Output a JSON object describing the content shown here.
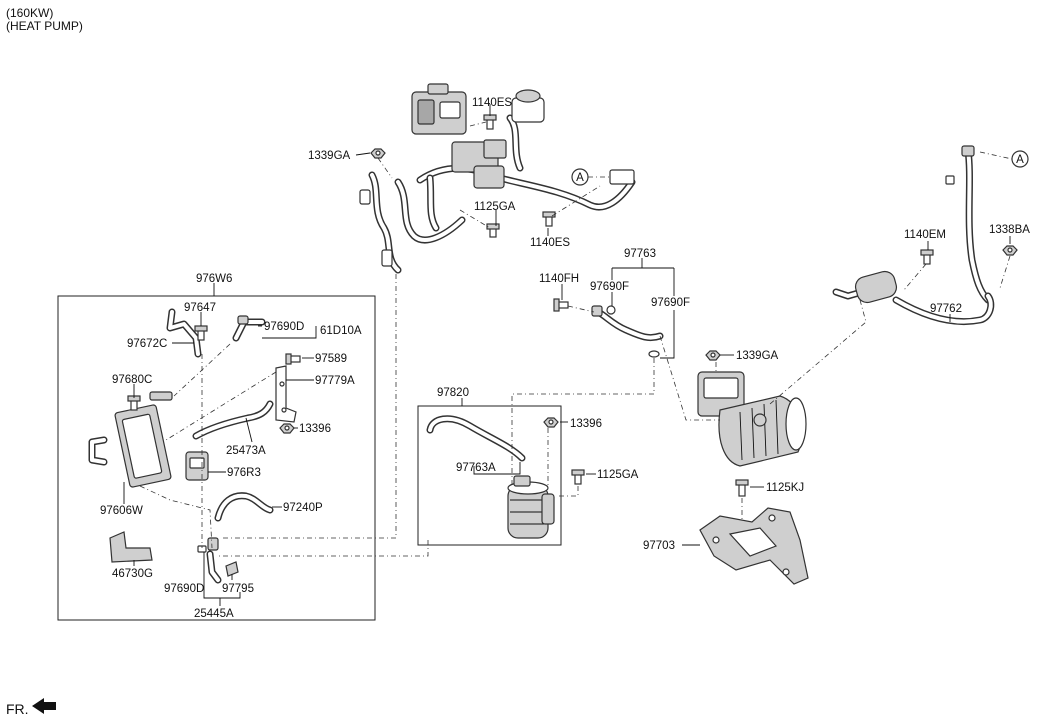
{
  "header": {
    "line1": "(160KW)",
    "line2": "(HEAT PUMP)"
  },
  "footer": {
    "front_label": "FR."
  },
  "refs": {
    "a1": "A",
    "a2": "A"
  },
  "labels": {
    "l1140ES_top": "1140ES",
    "l1339GA_top": "1339GA",
    "l1125GA_top": "1125GA",
    "l1140ES_bot": "1140ES",
    "l976W6": "976W6",
    "l97647": "97647",
    "l97672C": "97672C",
    "l97690D_top": "97690D",
    "l61D10A": "61D10A",
    "l97589": "97589",
    "l97779A": "97779A",
    "l97680C": "97680C",
    "l25473A": "25473A",
    "l13396_left": "13396",
    "l976R3": "976R3",
    "l97606W": "97606W",
    "l97240P": "97240P",
    "l46730G": "46730G",
    "l97690D_bot": "97690D",
    "l97795": "97795",
    "l25445A": "25445A",
    "l97763": "97763",
    "l1140FH": "1140FH",
    "l97690F_a": "97690F",
    "l97690F_b": "97690F",
    "l97820": "97820",
    "l13396_mid": "13396",
    "l97763A": "97763A",
    "l1125GA_mid": "1125GA",
    "l1339GA_right": "1339GA",
    "l1125KJ": "1125KJ",
    "l97703": "97703",
    "l1140EM": "1140EM",
    "l1338BA": "1338BA",
    "l97762": "97762"
  }
}
